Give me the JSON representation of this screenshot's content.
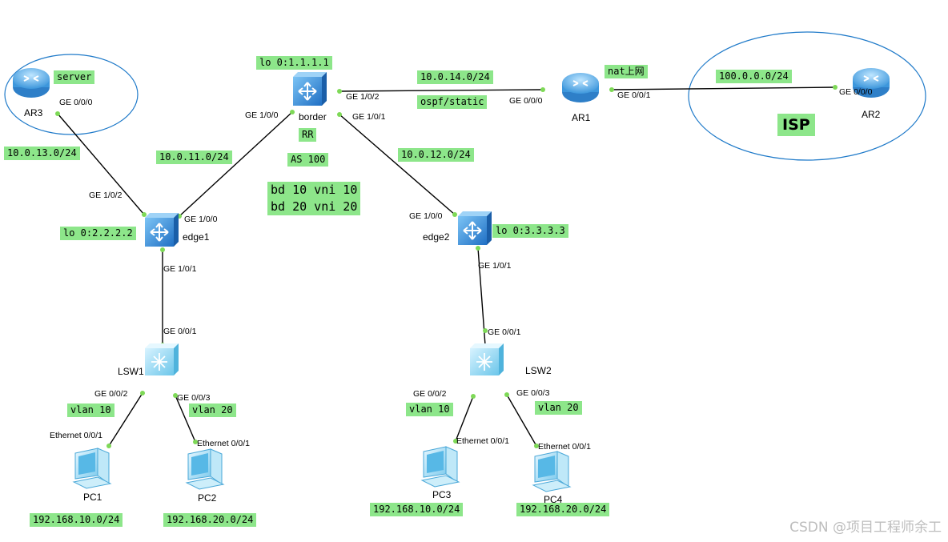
{
  "devices": {
    "ar3": "AR3",
    "border": "border",
    "ar1": "AR1",
    "ar2": "AR2",
    "edge1": "edge1",
    "edge2": "edge2",
    "lsw1": "LSW1",
    "lsw2": "LSW2",
    "pc1": "PC1",
    "pc2": "PC2",
    "pc3": "PC3",
    "pc4": "PC4"
  },
  "ports": {
    "ar3_ge000": "GE 0/0/0",
    "border_ge100": "GE 1/0/0",
    "border_ge102": "GE 1/0/2",
    "border_ge101": "GE 1/0/1",
    "ar1_ge000": "GE 0/0/0",
    "ar1_ge001": "GE 0/0/1",
    "ar2_ge000": "GE 0/0/0",
    "edge1_ge102": "GE 1/0/2",
    "edge1_ge100": "GE 1/0/0",
    "edge1_ge101": "GE 1/0/1",
    "edge2_ge100": "GE 1/0/0",
    "edge2_ge101": "GE 1/0/1",
    "lsw1_ge001": "GE 0/0/1",
    "lsw1_ge002": "GE 0/0/2",
    "lsw1_ge003": "GE 0/0/3",
    "lsw2_ge001": "GE 0/0/1",
    "lsw2_ge002": "GE 0/0/2",
    "lsw2_ge003": "GE 0/0/3",
    "pc1_eth": "Ethernet 0/0/1",
    "pc2_eth": "Ethernet 0/0/1",
    "pc3_eth": "Ethernet 0/0/1",
    "pc4_eth": "Ethernet 0/0/1"
  },
  "labels": {
    "lo_border": "lo 0:1.1.1.1",
    "server": "server",
    "net_14": "10.0.14.0/24",
    "nat": "nat上网",
    "net_100": "100.0.0.0/24",
    "ospf_static": "ospf/static",
    "isp": "ISP",
    "rr": "RR",
    "net_13": "10.0.13.0/24",
    "net_11": "10.0.11.0/24",
    "as100": "AS 100",
    "net_12": "10.0.12.0/24",
    "bd10": "bd 10 vni 10",
    "bd20": "bd 20 vni 20",
    "lo_edge1": "lo 0:2.2.2.2",
    "lo_edge2": "lo 0:3.3.3.3",
    "lsw1_vlan10": "vlan 10",
    "lsw1_vlan20": "vlan 20",
    "lsw2_vlan10": "vlan 10",
    "lsw2_vlan20": "vlan 20",
    "pc1_net": "192.168.10.0/24",
    "pc2_net": "192.168.20.0/24",
    "pc3_net": "192.168.10.0/24",
    "pc4_net": "192.168.20.0/24"
  },
  "watermark": "CSDN @项目工程师余工",
  "colors": {
    "label_bg": "#8de68a",
    "link": "#000000",
    "port_dot": "#7ed957",
    "ellipse": "#1f7ac9",
    "router_fill": "#4aa8e8",
    "switch_fill": "#2a83d6",
    "access_switch_fill": "#8fd8f2"
  }
}
